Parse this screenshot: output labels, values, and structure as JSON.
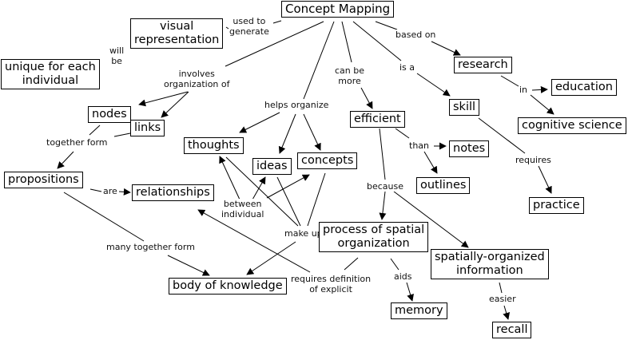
{
  "title": "Concept Mapping",
  "concepts": {
    "concept_mapping": "Concept Mapping",
    "visual_representation": "visual\nrepresentation",
    "unique": "unique for each\nindividual",
    "nodes": "nodes",
    "links": "links",
    "propositions": "propositions",
    "relationships": "relationships",
    "thoughts": "thoughts",
    "ideas": "ideas",
    "concepts": "concepts",
    "body_of_knowledge": "body of knowledge",
    "efficient": "efficient",
    "notes": "notes",
    "outlines": "outlines",
    "process": "process of spatial\norganization",
    "spatially_organized": "spatially-organized\ninformation",
    "memory": "memory",
    "recall": "recall",
    "research": "research",
    "education": "education",
    "cognitive_science": "cognitive science",
    "skill": "skill",
    "practice": "practice"
  },
  "links": {
    "used_to_generate": "used to\ngenerate",
    "will_be": "will\nbe",
    "involves": "involves\norganization of",
    "helps_organize": "helps organize",
    "can_be_more": "can be\nmore",
    "is_a": "is a",
    "based_on": "based on",
    "in": "in",
    "together_form": "together form",
    "are": "are",
    "between_individual": "between\nindividual",
    "make_up": "make up",
    "many_together_form": "many together form",
    "requires_definition": "requires definition\nof explicit",
    "than": "than",
    "because": "because",
    "requires": "requires",
    "aids": "aids",
    "easier": "easier"
  }
}
